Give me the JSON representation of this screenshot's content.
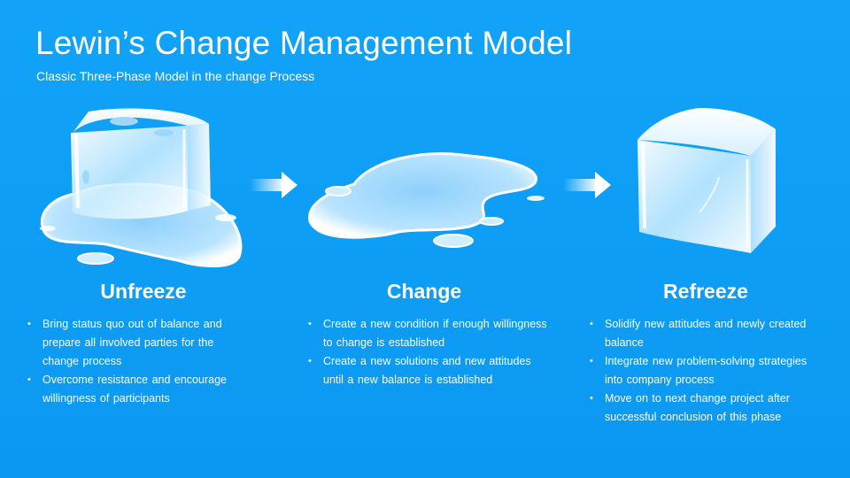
{
  "header": {
    "title": "Lewin’s Change Management Model",
    "subtitle": "Classic Three-Phase Model in the change Process"
  },
  "phases": [
    {
      "icon": "melting-ice-cube-icon",
      "title": "Unfreeze",
      "bullets": [
        "Bring status quo out of balance and prepare all involved parties for the change process",
        "Overcome resistance and encourage willingness of participants"
      ]
    },
    {
      "icon": "water-puddle-icon",
      "title": "Change",
      "bullets": [
        "Create a new condition if enough willingness to change is established",
        "Create a new solutions and new attitudes until a new balance is established"
      ]
    },
    {
      "icon": "ice-cube-icon",
      "title": "Refreeze",
      "bullets": [
        "Solidify new attitudes and newly created balance",
        "Integrate new problem-solving strategies into company process",
        "Move on to next change project after successful conclusion of this phase"
      ]
    }
  ],
  "connectors": [
    "arrow-right-icon",
    "arrow-right-icon"
  ],
  "colors": {
    "background": "#0d9df5",
    "text": "#ffffff",
    "ice": "#dff3ff"
  }
}
